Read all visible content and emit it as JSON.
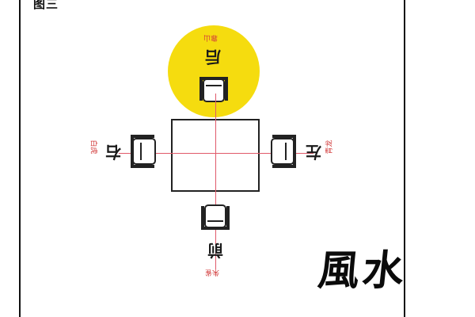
{
  "figure": {
    "label": "图三"
  },
  "directions": {
    "back": {
      "label": "后",
      "sub": "靠山"
    },
    "front": {
      "label": "前",
      "sub": "朱雀"
    },
    "left": {
      "label": "左",
      "sub": "青龙"
    },
    "right": {
      "label": "右",
      "sub": "白虎"
    }
  },
  "watermark": {
    "text": "風水"
  },
  "colors": {
    "highlight": "#f5dc0f",
    "axis": "#e05a6a",
    "sub_text": "#d23b3b"
  }
}
